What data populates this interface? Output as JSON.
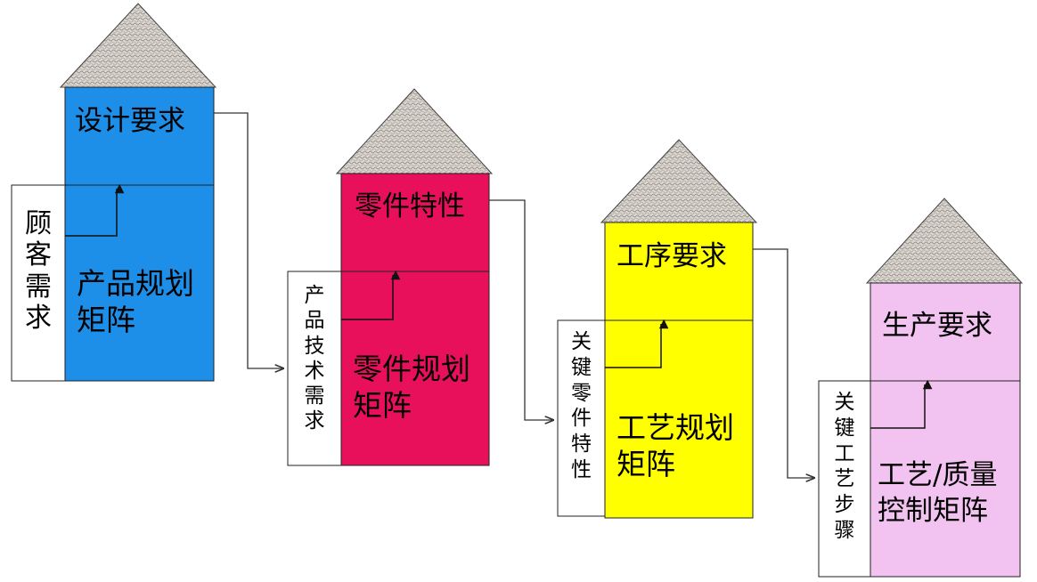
{
  "houses": [
    {
      "id": "product-planning",
      "fill": "#1e8fe8",
      "roof_label": "设计要求",
      "side_label_chars": [
        "顾",
        "客",
        "需",
        "求"
      ],
      "matrix_label_lines": [
        "产品规划",
        "矩阵"
      ],
      "text_color": "#111111"
    },
    {
      "id": "part-planning",
      "fill": "#e8105a",
      "roof_label": "零件特性",
      "side_label_chars": [
        "产",
        "品",
        "技",
        "术",
        "需",
        "求"
      ],
      "matrix_label_lines": [
        "零件规划",
        "矩阵"
      ],
      "text_color": "#111111"
    },
    {
      "id": "process-planning",
      "fill": "#ffff00",
      "roof_label": "工序要求",
      "side_label_chars": [
        "关",
        "键",
        "零",
        "件",
        "特",
        "性"
      ],
      "matrix_label_lines": [
        "工艺规划",
        "矩阵"
      ],
      "text_color": "#111111"
    },
    {
      "id": "quality-control",
      "fill": "#f2c2f0",
      "roof_label": "生产要求",
      "side_label_chars": [
        "关",
        "键",
        "工",
        "艺",
        "步",
        "骤"
      ],
      "matrix_label_lines": [
        "工艺/质量",
        "控制矩阵"
      ],
      "text_color": "#111111"
    }
  ],
  "colors": {
    "roof": "#d8d2cc",
    "roof_pattern": "#8a8580",
    "outline": "#222222",
    "background": "#ffffff"
  }
}
